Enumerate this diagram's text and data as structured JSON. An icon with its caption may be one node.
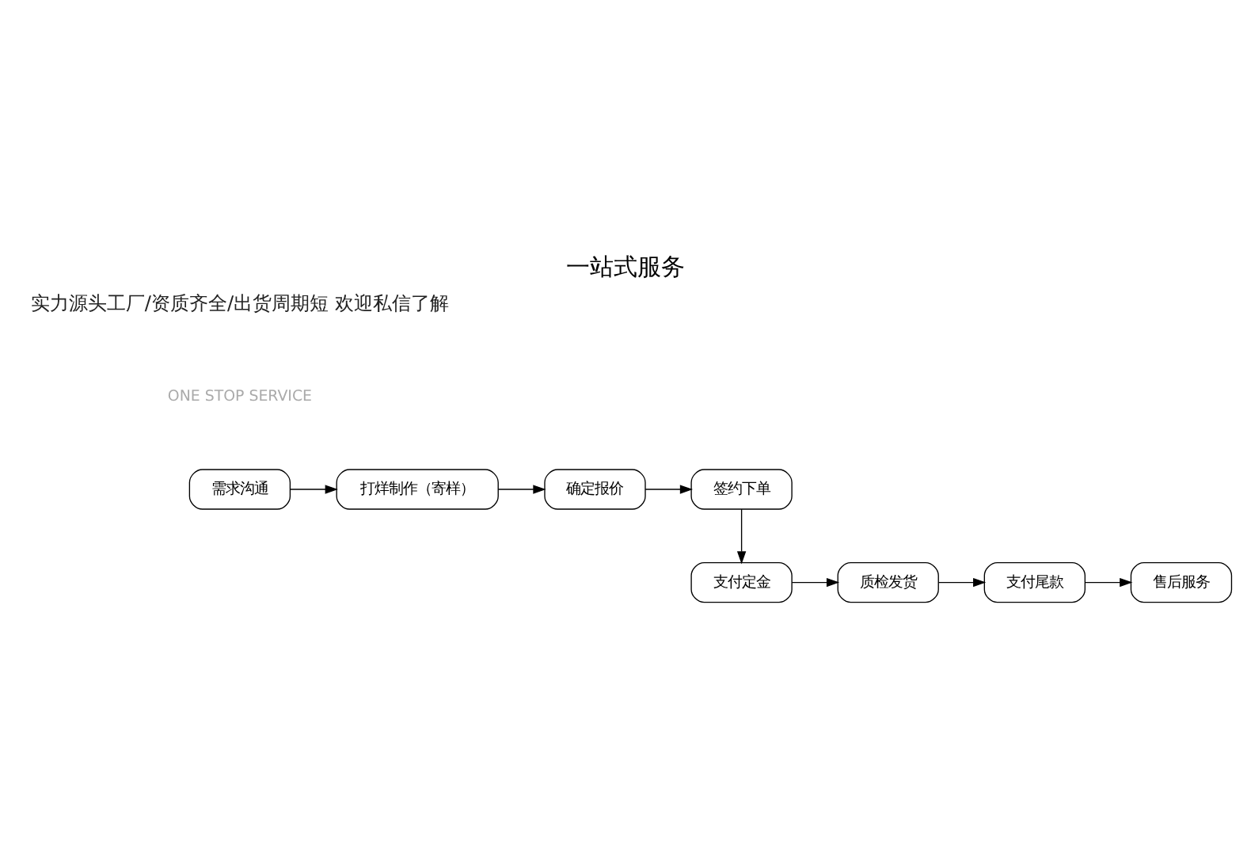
{
  "diagram": {
    "title": "一站式服务",
    "nodes": [
      {
        "text": [
          "需求沟通"
        ]
      },
      {
        "text": [
          "打烊制作（寄样）"
        ]
      },
      {
        "text": [
          "确定报价"
        ]
      },
      {
        "text": [
          "签约下单"
        ]
      },
      {
        "text": [
          "售后服务"
        ]
      },
      {
        "text": [
          "支付尾款"
        ]
      },
      {
        "text": [
          "质检发货"
        ]
      },
      {
        "text": [
          "支付定金"
        ]
      }
    ],
    "edges": [
      {
        "from": 0,
        "to": 1,
        "arrow": "to"
      },
      {
        "from": 1,
        "to": 2,
        "arrow": "to"
      },
      {
        "from": 2,
        "to": 3,
        "arrow": "to"
      },
      {
        "from": 3,
        "to": 7,
        "arrow": "to"
      },
      {
        "from": 7,
        "to": 6,
        "arrow": "to"
      },
      {
        "from": 6,
        "to": 5,
        "arrow": "to"
      },
      {
        "from": 5,
        "to": 4,
        "arrow": "to"
      }
    ],
    "labels": [
      "实力源头工厂/资质齐全/出货周期短 欢迎私信了解",
      "ONE STOP SERVICE"
    ]
  }
}
